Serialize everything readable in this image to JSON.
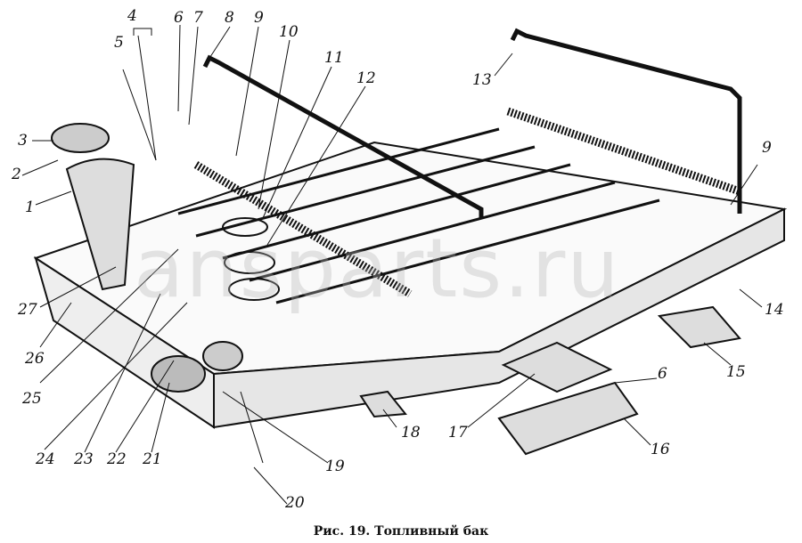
{
  "caption": "Рис. 19. Топливный бак",
  "watermark": "ansparts.ru",
  "callouts": [
    "1",
    "2",
    "3",
    "4",
    "5",
    "6",
    "7",
    "8",
    "9",
    "10",
    "11",
    "12",
    "13",
    "9",
    "14",
    "15",
    "6",
    "16",
    "17",
    "18",
    "19",
    "20",
    "21",
    "22",
    "23",
    "24",
    "25",
    "26",
    "27"
  ]
}
